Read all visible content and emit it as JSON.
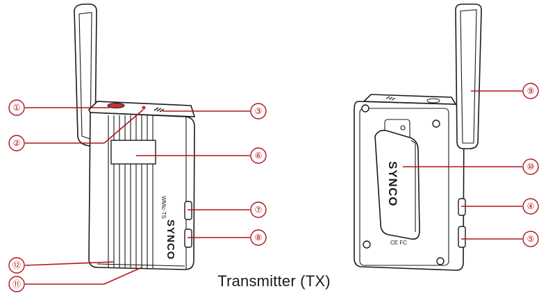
{
  "caption": "Transmitter (TX)",
  "device": {
    "model_label": "WMic-TS",
    "brand_label": "SYNCO",
    "brand_mark": "SYNCO",
    "compliance_marks": "CE FC"
  },
  "callouts": [
    "①",
    "②",
    "③",
    "⑥",
    "⑦",
    "⑧",
    "⑫",
    "⑪",
    "⑨",
    "⑩",
    "④",
    "⑤"
  ],
  "colors": {
    "accent": "#b3121b",
    "line": "#1a1a1a"
  }
}
